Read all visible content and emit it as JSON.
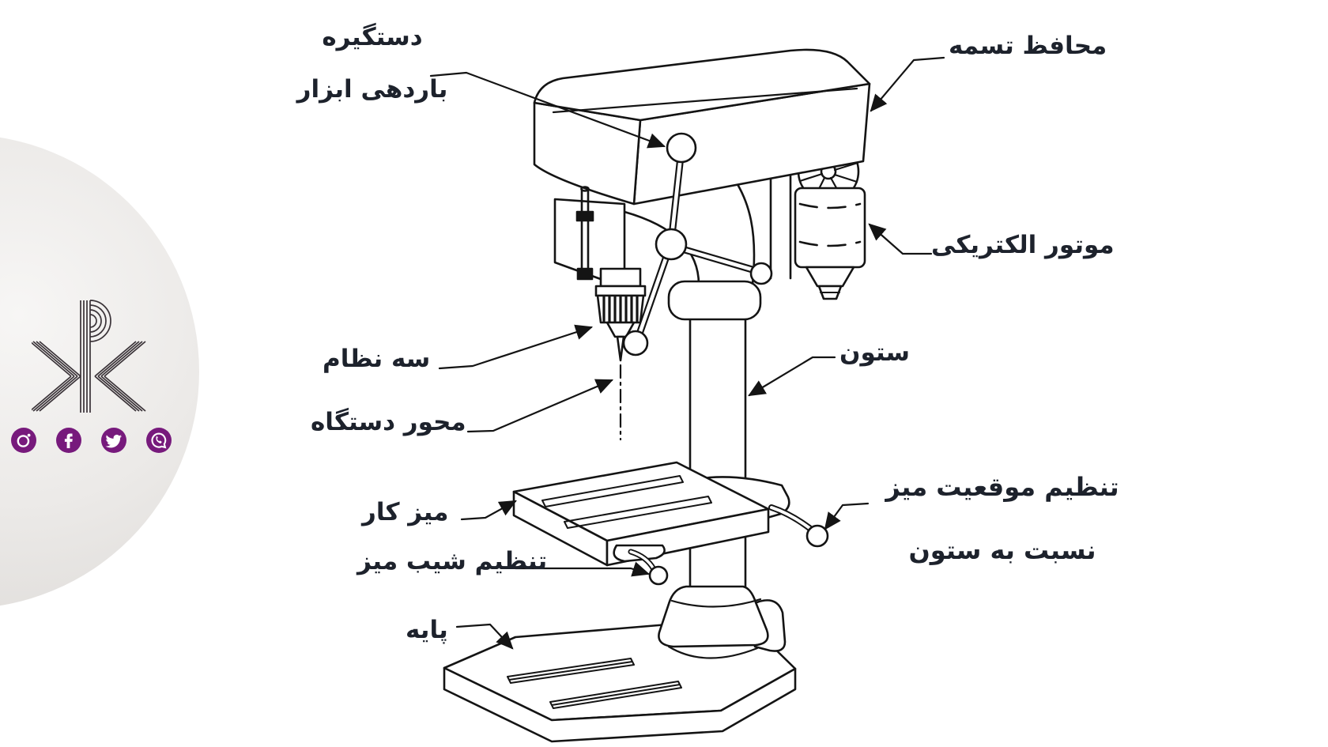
{
  "watermark": {
    "monogram": "PKK",
    "circle_color": "#e8e6e4",
    "brand_purple": "#771a7c",
    "social_icons": [
      {
        "name": "instagram"
      },
      {
        "name": "facebook"
      },
      {
        "name": "twitter"
      },
      {
        "name": "whatsapp"
      }
    ]
  },
  "diagram": {
    "line_color": "#141414",
    "label_color": "#1d222c",
    "labels": [
      {
        "id": "feed-handle",
        "lines": [
          "دستگیره",
          "باردهی ابزار"
        ]
      },
      {
        "id": "belt-guard",
        "lines": [
          "محافظ تسمه"
        ]
      },
      {
        "id": "electric-motor",
        "lines": [
          "موتور الکتریکی"
        ]
      },
      {
        "id": "chuck",
        "lines": [
          "سه نظام"
        ]
      },
      {
        "id": "machine-spindle",
        "lines": [
          "محور دستگاه"
        ]
      },
      {
        "id": "column",
        "lines": [
          "ستون"
        ]
      },
      {
        "id": "table-position-adjust",
        "lines": [
          "تنظیم موقعیت میز",
          "نسبت به ستون"
        ]
      },
      {
        "id": "work-table",
        "lines": [
          "میز کار"
        ]
      },
      {
        "id": "table-tilt-adjust",
        "lines": [
          "تنظیم شیب میز"
        ]
      },
      {
        "id": "base",
        "lines": [
          "پایه"
        ]
      }
    ]
  }
}
